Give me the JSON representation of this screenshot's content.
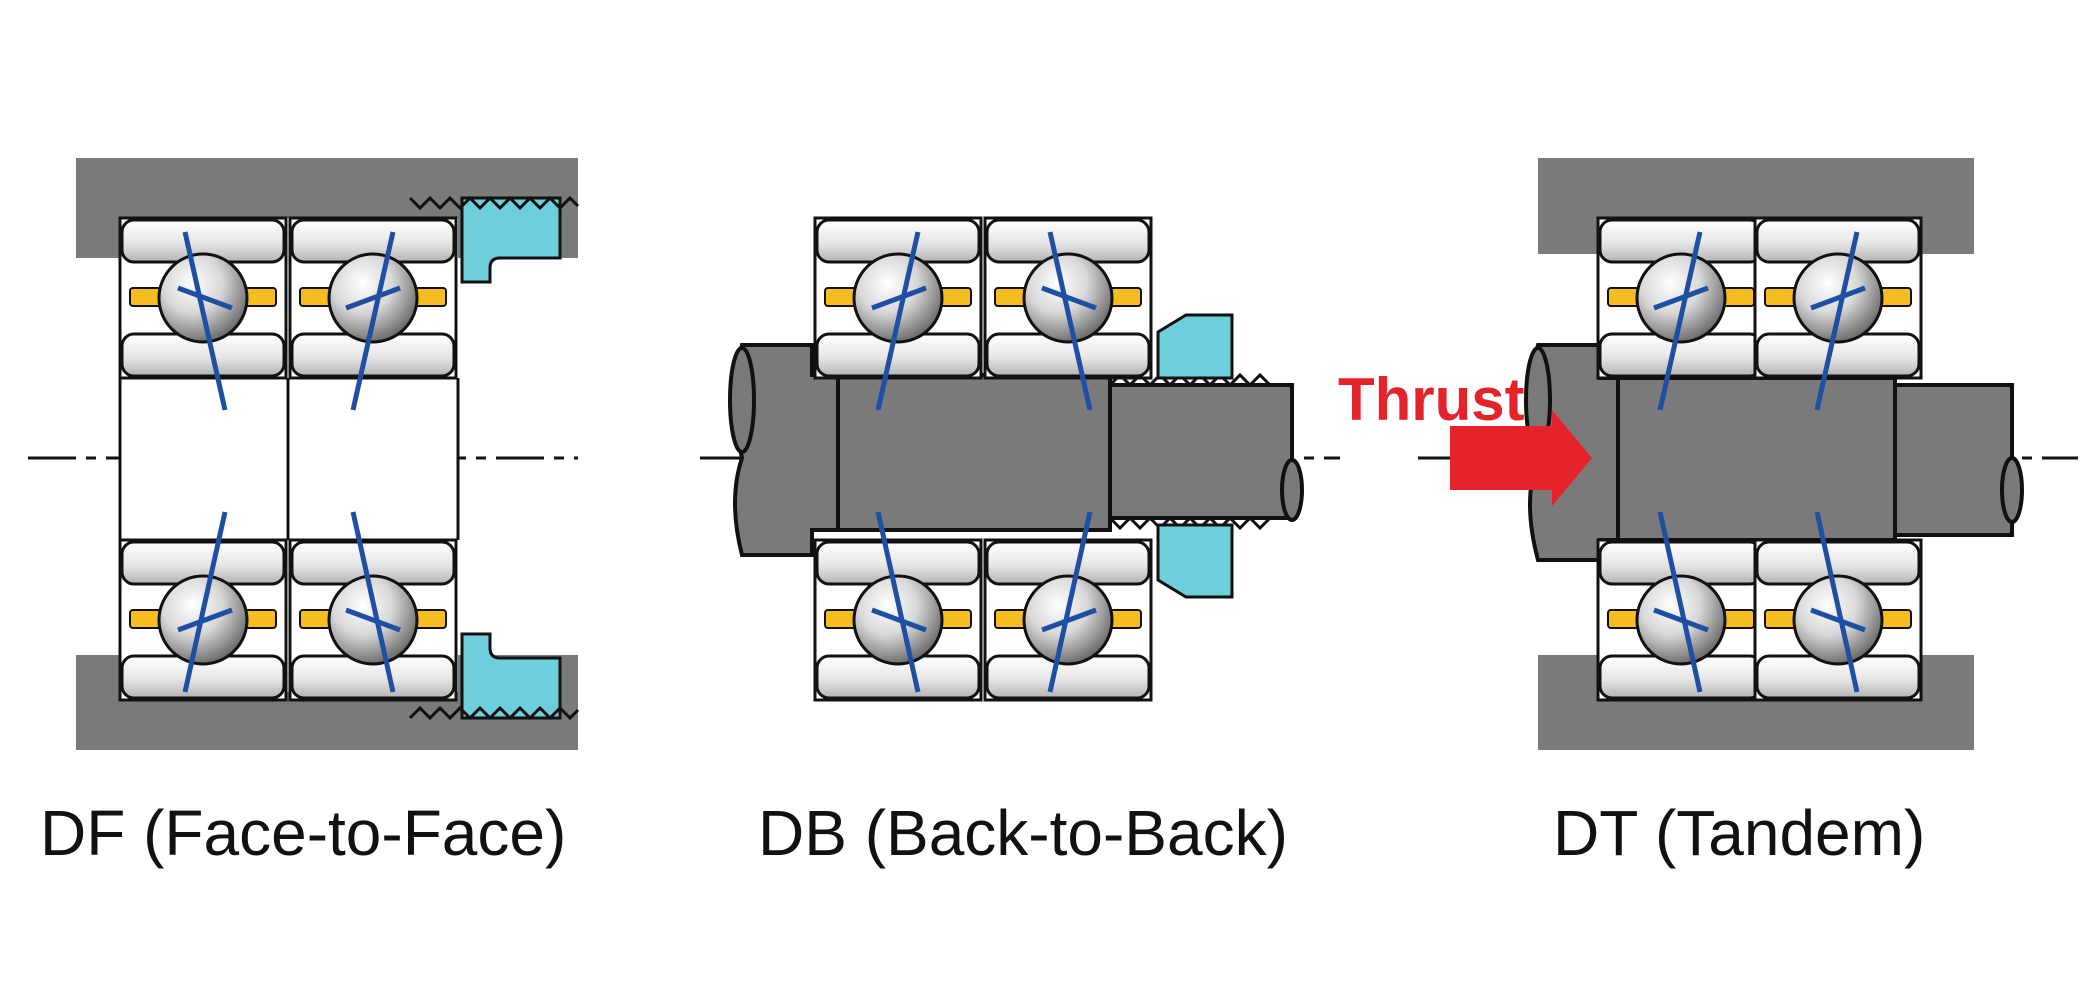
{
  "diagrams": [
    {
      "id": "df",
      "caption": "DF (Face-to-Face)"
    },
    {
      "id": "db",
      "caption": "DB (Back-to-Back)"
    },
    {
      "id": "dt",
      "caption": "DT (Tandem)"
    }
  ],
  "thrust": {
    "label": "Thrust"
  },
  "colors": {
    "housing": "#7a7a7a",
    "shaft": "#7a7a7a",
    "nut": "#6ecfdc",
    "cage": "#f5bd1f",
    "contact_line": "#1f4fa3",
    "thrust": "#e5232a",
    "outline": "#111111"
  }
}
